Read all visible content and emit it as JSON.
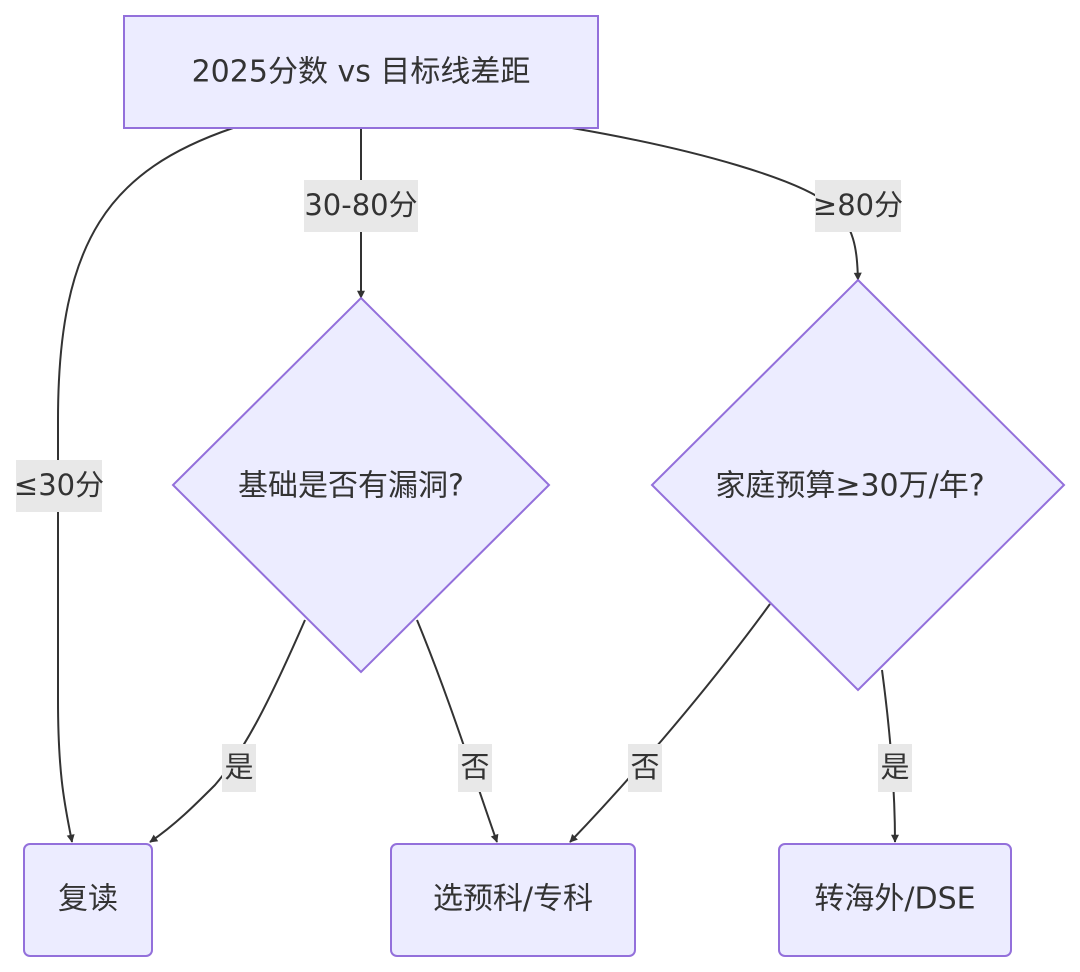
{
  "nodes": {
    "score_gap": "2025分数 vs 目标线差距",
    "foundation_gaps": "基础是否有漏洞?",
    "family_budget": "家庭预算≥30万/年?",
    "repeat_year": "复读",
    "prep_or_college": "选预科/专科",
    "overseas_dse": "转海外/DSE"
  },
  "edges": {
    "le30": "≤30分",
    "mid": "30-80分",
    "ge80": "≥80分",
    "foundation_yes": "是",
    "foundation_no": "否",
    "budget_no": "否",
    "budget_yes": "是"
  }
}
